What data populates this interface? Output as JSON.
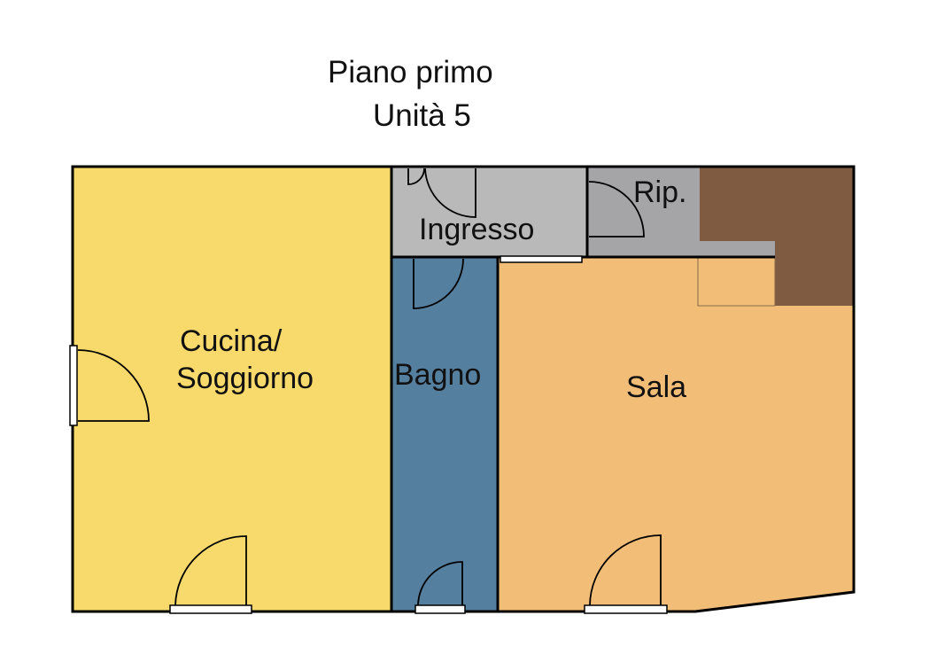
{
  "title": {
    "line1": "Piano primo",
    "line2": "Unità 5"
  },
  "rooms": {
    "cucina_line1": "Cucina/",
    "cucina_line2": "Soggiorno",
    "bagno": "Bagno",
    "sala": "Sala",
    "ingresso": "Ingresso",
    "ripostiglio": "Rip."
  },
  "colors": {
    "cucina": "#f7da6b",
    "bagno": "#557f9f",
    "sala": "#f2bd77",
    "ingresso": "#b9b9b9",
    "ripostiglio": "#a5a5a8",
    "stairs": "#7f5b42"
  }
}
